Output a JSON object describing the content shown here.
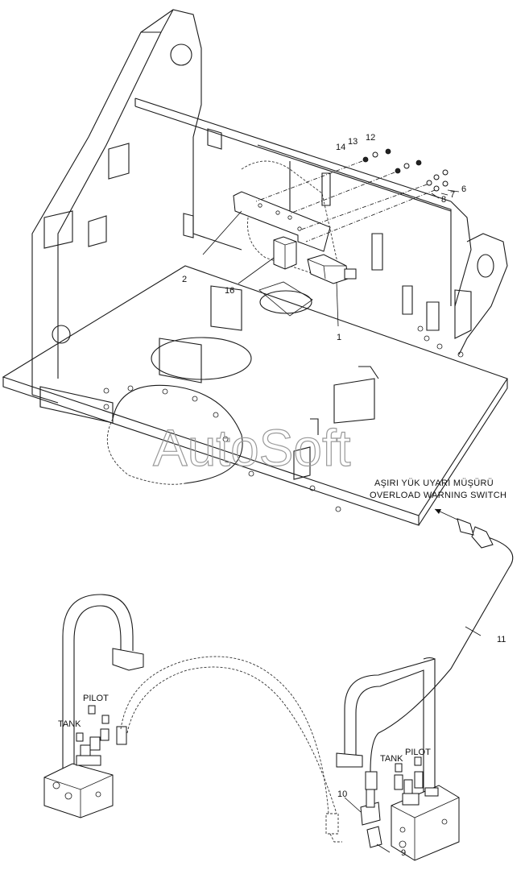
{
  "watermark": "AutoSoft",
  "caption": {
    "line1": "AŞIRI YÜK UYARI MÜŞÜRÜ",
    "line2": "OVERLOAD WARNING SWITCH"
  },
  "ports": {
    "left_pilot": "PILOT",
    "left_tank": "TANK",
    "right_tank": "TANK",
    "right_pilot": "PILOT"
  },
  "callouts": {
    "c12": "12",
    "c13": "13",
    "c14": "14",
    "c6": "6",
    "c7": "7",
    "c8": "8",
    "c2": "2",
    "c16": "16",
    "c1": "1",
    "c11": "11",
    "c10": "10",
    "c9": "9"
  }
}
